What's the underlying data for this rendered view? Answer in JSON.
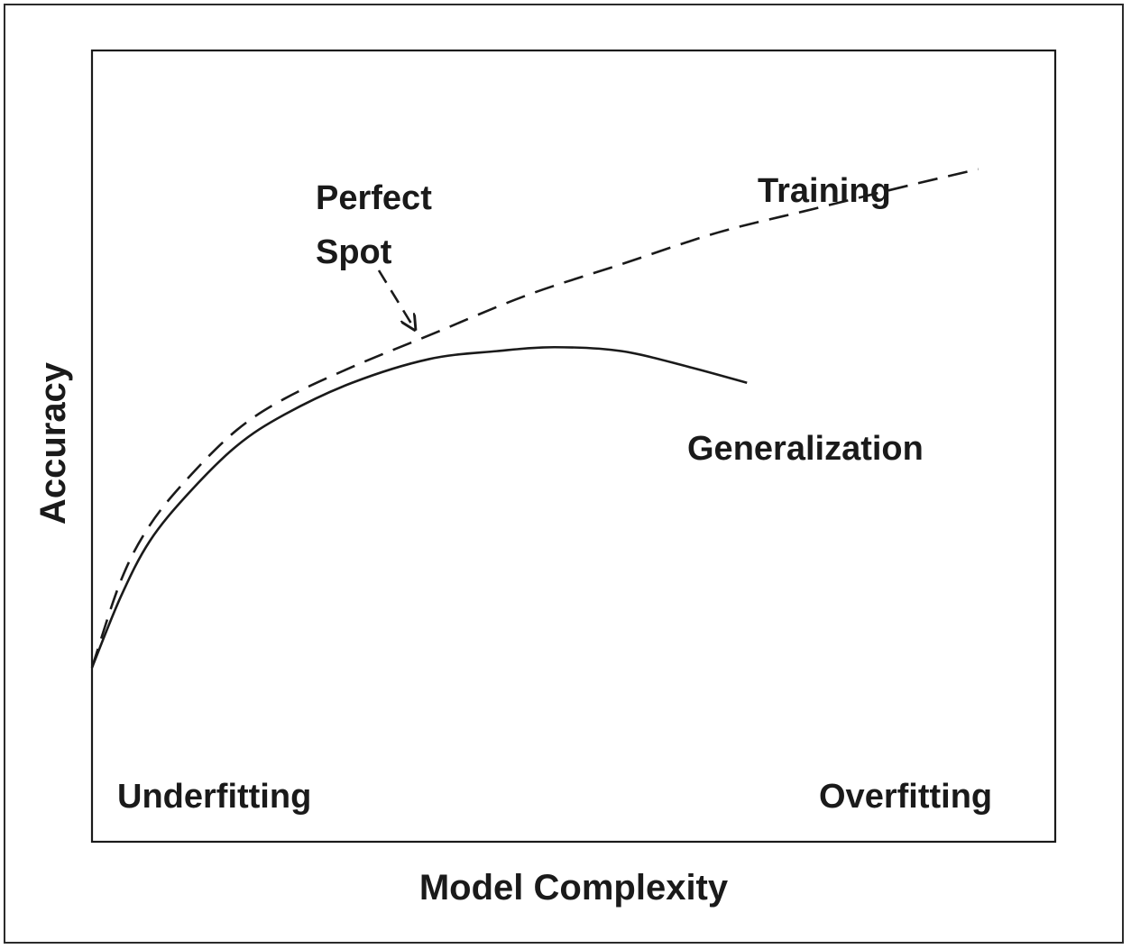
{
  "chart_data": {
    "type": "line",
    "title": "",
    "xlabel": "Model Complexity",
    "ylabel": "Accuracy",
    "xlim": [
      0,
      1
    ],
    "ylim": [
      0,
      1
    ],
    "grid": false,
    "legend": "none",
    "series": [
      {
        "name": "Training",
        "style": "dashed",
        "color": "#1a1a1a",
        "x": [
          0.0,
          0.03,
          0.06,
          0.1,
          0.15,
          0.2,
          0.27,
          0.35,
          0.45,
          0.55,
          0.65,
          0.75,
          0.85,
          0.92
        ],
        "y": [
          0.22,
          0.33,
          0.4,
          0.46,
          0.52,
          0.56,
          0.6,
          0.64,
          0.69,
          0.73,
          0.77,
          0.8,
          0.83,
          0.85
        ]
      },
      {
        "name": "Generalization",
        "style": "solid",
        "color": "#1a1a1a",
        "x": [
          0.0,
          0.03,
          0.06,
          0.1,
          0.15,
          0.2,
          0.27,
          0.35,
          0.42,
          0.48,
          0.55,
          0.62,
          0.68
        ],
        "y": [
          0.22,
          0.31,
          0.38,
          0.44,
          0.5,
          0.54,
          0.58,
          0.61,
          0.62,
          0.625,
          0.62,
          0.6,
          0.58
        ]
      }
    ],
    "annotations": [
      {
        "id": "perfect-spot",
        "lines": [
          "Perfect",
          "Spot"
        ],
        "arrow_to": {
          "x": 0.34,
          "y": 0.64
        }
      },
      {
        "id": "training",
        "text": "Training"
      },
      {
        "id": "generalization",
        "text": "Generalization"
      },
      {
        "id": "underfitting",
        "text": "Underfitting"
      },
      {
        "id": "overfitting",
        "text": "Overfitting"
      }
    ]
  }
}
